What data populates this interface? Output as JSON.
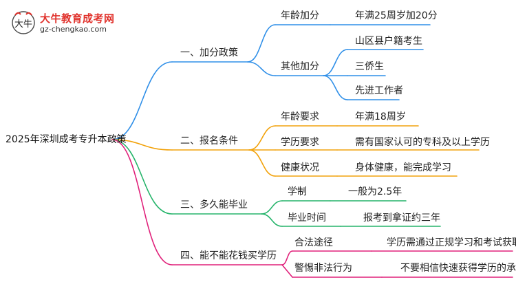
{
  "logo": {
    "name": "大牛教育成考网",
    "url": "gz-chengkao.com",
    "mark_text": "大牛"
  },
  "colors": {
    "blue": "#2f8fe8",
    "orange": "#f2a20b",
    "green": "#25b46a",
    "pink": "#e0207a"
  },
  "root": "2025年深圳成考专升本政策",
  "branches": [
    {
      "label": "一、加分政策",
      "color": "blue",
      "children": [
        {
          "label": "年龄加分",
          "children": [
            "年满25周岁加20分"
          ]
        },
        {
          "label": "其他加分",
          "children": [
            "山区县户籍考生",
            "三侨生",
            "先进工作者"
          ]
        }
      ]
    },
    {
      "label": "二、报名条件",
      "color": "orange",
      "children": [
        {
          "label": "年龄要求",
          "children": [
            "年满18周岁"
          ]
        },
        {
          "label": "学历要求",
          "children": [
            "需有国家认可的专科及以上学历"
          ]
        },
        {
          "label": "健康状况",
          "children": [
            "身体健康，能完成学习"
          ]
        }
      ]
    },
    {
      "label": "三、多久能毕业",
      "color": "green",
      "children": [
        {
          "label": "学制",
          "children": [
            "一般为2.5年"
          ]
        },
        {
          "label": "毕业时间",
          "children": [
            "报考到拿证约三年"
          ]
        }
      ]
    },
    {
      "label": "四、能不能花钱买学历",
      "color": "pink",
      "children": [
        {
          "label": "合法途径",
          "children": [
            "学历需通过正规学习和考试获取"
          ]
        },
        {
          "label": "警惕非法行为",
          "children": [
            "不要相信快速获得学历的承诺"
          ]
        }
      ]
    }
  ]
}
